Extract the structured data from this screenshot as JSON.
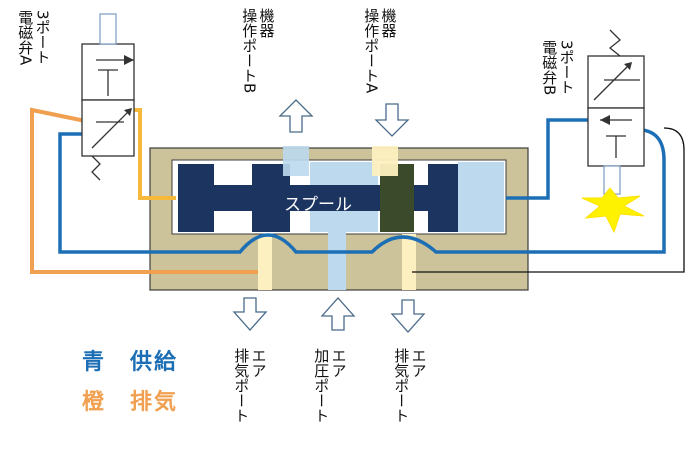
{
  "labels": {
    "valve_a": [
      "3ポート",
      "電磁弁A"
    ],
    "valve_b": [
      "3ポート",
      "電磁弁B"
    ],
    "port_b": [
      "機器",
      "操作ポートB"
    ],
    "port_a": [
      "機器",
      "操作ポートA"
    ],
    "spool": "スプール",
    "exhaust_left": [
      "エア",
      "排気ポート"
    ],
    "supply": [
      "エア",
      "加圧ポート"
    ],
    "exhaust_right": [
      "エア",
      "排気ポート"
    ]
  },
  "legend": {
    "supply": "青　供給",
    "exhaust": "橙　排気"
  },
  "colors": {
    "supply": "#1d6fb5",
    "exhaust": "#f0a050",
    "body": "#cdc39a",
    "chamber": "#ffffff",
    "spool": "#1c3560",
    "port_yellow": "#fdf0c0",
    "port_blue": "#bdd9ee",
    "spark": "#fff200"
  }
}
